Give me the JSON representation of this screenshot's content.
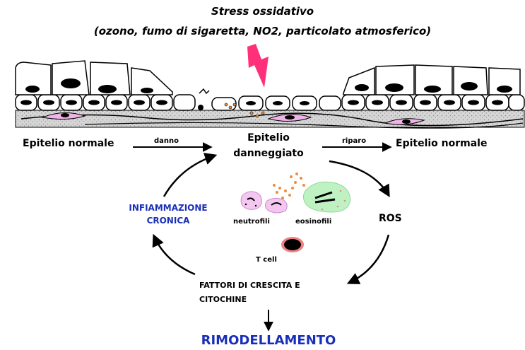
{
  "title_line1": "Stress ossidativo",
  "title_line2": "(ozono, fumo di sigaretta, NO2, particolato atmosferico)",
  "epithelium_left": "Epitelio normale",
  "arrow_damage": "danno",
  "epithelium_damaged_l1": "Epitelio",
  "epithelium_damaged_l2": "danneggiato",
  "arrow_repair": "riparo",
  "epithelium_right": "Epitelio normale",
  "inflammation_l1": "INFIAMMAZIONE",
  "inflammation_l2": "CRONICA",
  "neutrophils": "neutrofili",
  "eosinophils": "eosinofili",
  "ros": "ROS",
  "t_cell": "T cell",
  "factors_l1": "FATTORI DI CRESCITA E",
  "factors_l2": "CITOCHINE",
  "remodeling": "RIMODELLAMENTO",
  "colors": {
    "lightning": "#ff2f7a",
    "blue_text": "#1a2fb8",
    "fibroblast": "#f0b3e8",
    "neutrophil": "#f3c7f0",
    "eosinophil": "#bff2c3",
    "granules": "#f08a3c",
    "t_cell_ring": "#f08080"
  }
}
